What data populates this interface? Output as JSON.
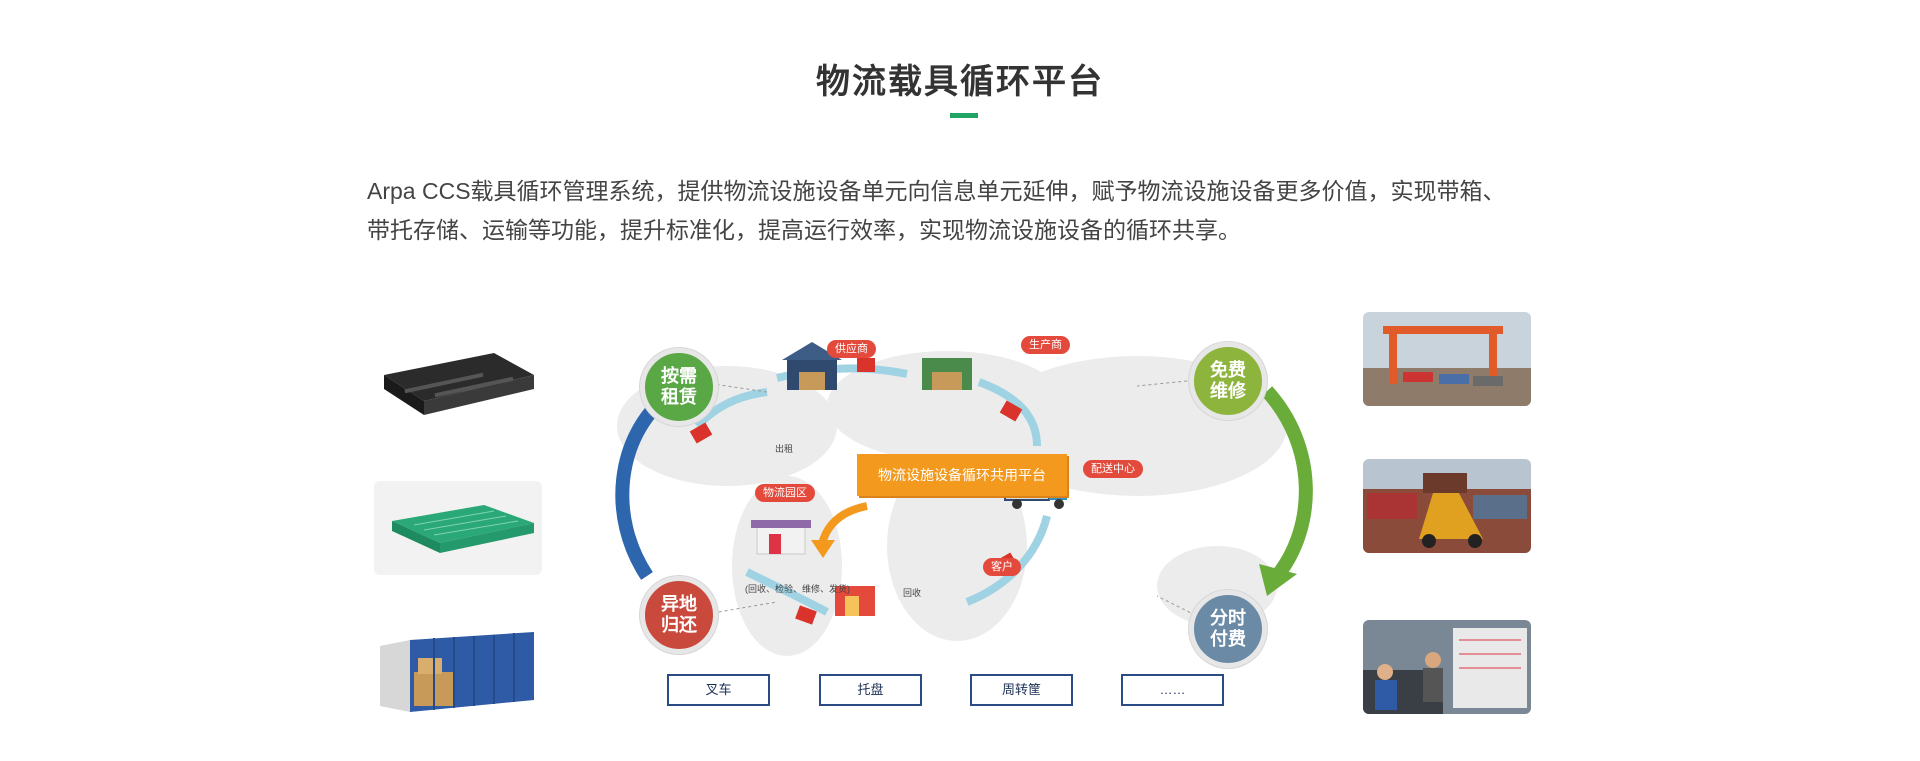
{
  "header": {
    "title": "物流载具循环平台",
    "accent_color": "#1fa463"
  },
  "intro": {
    "line1": "Arpa CCS载具循环管理系统，提供物流设施设备单元向信息单元延伸，赋予物流设施设备更多价值，实现带箱、",
    "line2": "带托存储、运输等功能，提升标准化，提高运行效率，实现物流设施设备的循环共享。"
  },
  "diagram": {
    "platform_label": "物流设施设备循环共用平台",
    "circles": {
      "rent": "按需租赁",
      "repair": "免费维修",
      "billing": "分时付费",
      "return": "异地归还"
    },
    "circle_colors": {
      "rent": "#5aa845",
      "repair": "#8db43c",
      "billing": "#6a8aa6",
      "return": "#c94a3d"
    },
    "tags": {
      "supplier": "供应商",
      "producer": "生产商",
      "distribution": "配送中心",
      "customer": "客户",
      "park": "物流园区"
    },
    "notes": {
      "out": "出租",
      "recycle": "回收",
      "park_note": "(回收、检验、维修、发货)"
    }
  },
  "buttons": {
    "forklift": "叉车",
    "pallet": "托盘",
    "crate": "周转筐",
    "more": "……"
  },
  "icons": {
    "pallet_black": "black-pallet-icon",
    "green_crate": "green-crate-icon",
    "container": "shipping-container-icon",
    "crane": "gantry-crane-photo",
    "stacker": "reach-stacker-photo",
    "warehouse_workers": "warehouse-workers-photo"
  }
}
